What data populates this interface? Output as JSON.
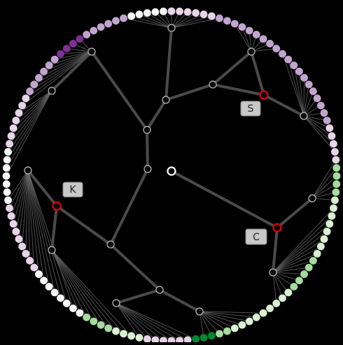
{
  "tree": {
    "marked_labels": [
      "S",
      "K",
      "C"
    ],
    "colors": {
      "background": "#000000",
      "edge": "#4a4a4a",
      "fan_edge": "#6c6c6c",
      "internal_node": "#000000",
      "internal_stroke": "#ffffff",
      "marked_stroke": "#e00000",
      "label_bg": "#c8c8c8"
    },
    "leaf_palette": {
      "purple_dark": "#7b3294",
      "purple_mid": "#c2a5cf",
      "purple_light": "#e7d4e8",
      "white": "#f7f7f7",
      "green_light": "#d9f0d3",
      "green_mid": "#a6dba0",
      "green_dark": "#008837"
    }
  }
}
